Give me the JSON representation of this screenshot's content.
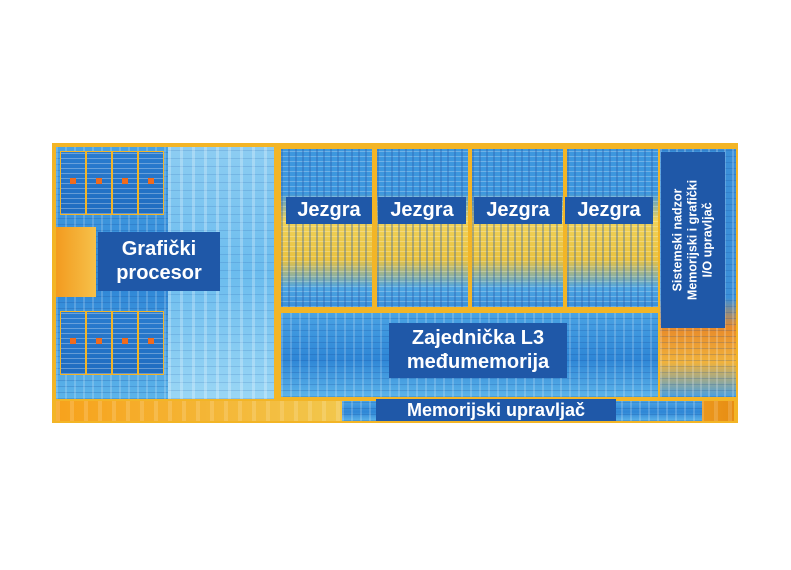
{
  "labels": {
    "graphics_line1": "Grafički",
    "graphics_line2": "procesor",
    "core_1": "Jezgra",
    "core_2": "Jezgra",
    "core_3": "Jezgra",
    "core_4": "Jezgra",
    "l3_line1": "Zajednička L3",
    "l3_line2": "međumemorija",
    "memory_controller": "Memorijski upravljač",
    "system_agent_line1": "Sistemski nadzor",
    "system_agent_line2": "Memorijski i grafički",
    "system_agent_line3": "I/O upravljač"
  },
  "colors": {
    "label_background": "#1f58a8",
    "label_text": "#ffffff",
    "die_frame": "#f3b526",
    "die_blue": "#2e86d6"
  }
}
